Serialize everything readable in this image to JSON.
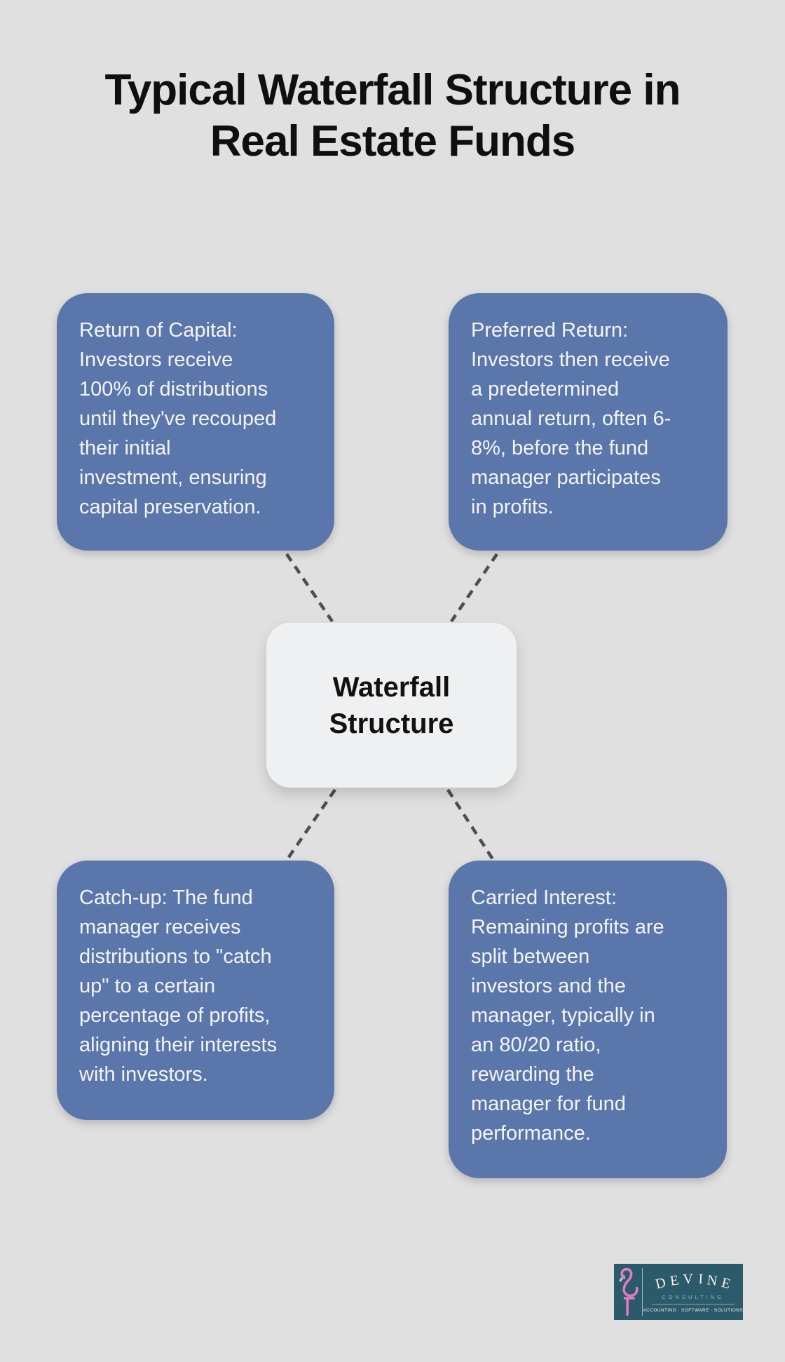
{
  "title": "Typical Waterfall Structure in\nReal Estate Funds",
  "center_node": {
    "label": "Waterfall\nStructure"
  },
  "nodes": [
    {
      "id": "return-of-capital",
      "text": "Return of Capital:\nInvestors receive\n100% of distributions\nuntil they've recouped\ntheir initial\ninvestment, ensuring\ncapital preservation."
    },
    {
      "id": "preferred-return",
      "text": "Preferred Return:\nInvestors then receive\na predetermined\nannual return, often 6-\n8%, before the fund\nmanager participates\nin profits."
    },
    {
      "id": "catch-up",
      "text": "Catch-up: The fund\nmanager receives\ndistributions to \"catch\nup\" to a certain\npercentage of profits,\naligning their interests\nwith investors."
    },
    {
      "id": "carried-interest",
      "text": "Carried Interest:\nRemaining profits are\nsplit between\ninvestors and the\nmanager, typically in\nan 80/20 ratio,\nrewarding the\nmanager for fund\nperformance."
    }
  ],
  "logo": {
    "brand": "DEVINE",
    "brand_letters": [
      "D",
      "E",
      "V",
      "I",
      "N",
      "E"
    ],
    "tagline": "CONSULTING",
    "services": "ACCOUNTING · SOFTWARE · SOLUTIONS"
  },
  "colors": {
    "background": "#dfe0df",
    "node_fill": "#5b76ab",
    "node_text": "#f3f5f8",
    "center_fill": "#eff0f1",
    "title_text": "#0f0f0f",
    "connector": "#4d4f50",
    "logo_background": "#2b5a6b",
    "flamingo_pink": "#e27cc0",
    "flamingo_beak": "#9fc6dc"
  }
}
